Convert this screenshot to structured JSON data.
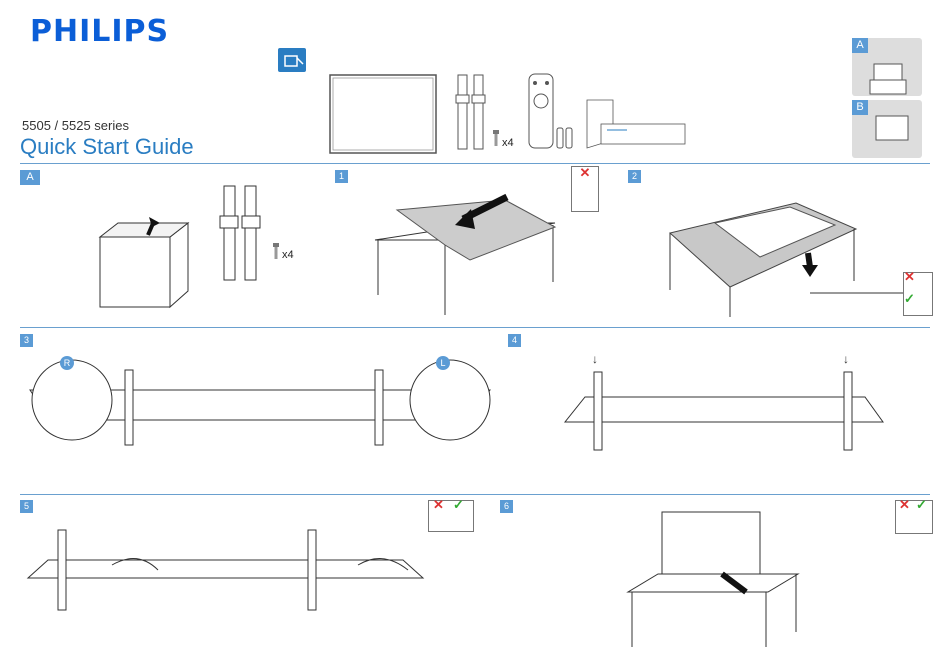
{
  "header": {
    "brand": "PHILIPS",
    "series": "5505 / 5525 series",
    "title": "Quick Start Guide",
    "quantity": "x4"
  },
  "side_panels": [
    {
      "label": "A"
    },
    {
      "label": "B"
    }
  ],
  "steps": [
    {
      "label": "A"
    },
    {
      "label": "1"
    },
    {
      "label": "2"
    },
    {
      "label": "3"
    },
    {
      "label": "4"
    },
    {
      "label": "5"
    },
    {
      "label": "6"
    }
  ],
  "step_A": {
    "quantity": "x4"
  },
  "step_3": {
    "left_callout": "R",
    "right_callout": "L"
  },
  "marks": {
    "wrong": "✕",
    "right": "✓"
  },
  "arrow": "↓",
  "colors": {
    "brand": "#0b5ed7",
    "accent": "#5b9bd5",
    "line": "#6aa0cf",
    "wrong": "#dd3333",
    "right": "#33aa33"
  },
  "icons": [
    "unbox-icon",
    "tv-icon",
    "stand-icon",
    "screw-icon",
    "remote-icon",
    "battery-icon",
    "manual-icon"
  ]
}
